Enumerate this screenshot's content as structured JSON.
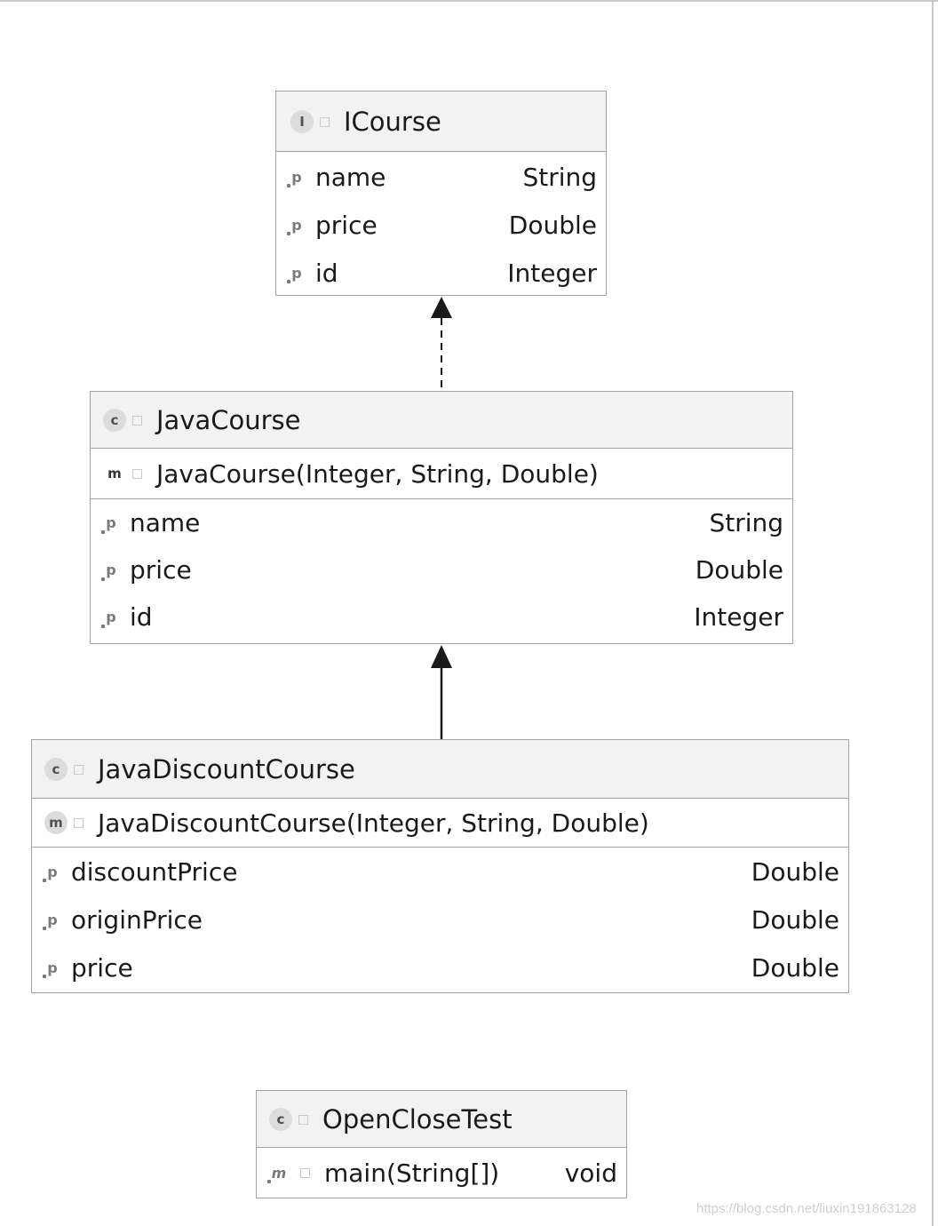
{
  "diagram": {
    "icourse": {
      "kind": "I",
      "name": "ICourse",
      "fields": [
        {
          "name": "name",
          "type": "String"
        },
        {
          "name": "price",
          "type": "Double"
        },
        {
          "name": "id",
          "type": "Integer"
        }
      ]
    },
    "javacourse": {
      "kind": "c",
      "name": "JavaCourse",
      "method_kind": "m",
      "constructor": "JavaCourse(Integer, String, Double)",
      "fields": [
        {
          "name": "name",
          "type": "String"
        },
        {
          "name": "price",
          "type": "Double"
        },
        {
          "name": "id",
          "type": "Integer"
        }
      ]
    },
    "javadiscountcourse": {
      "kind": "c",
      "name": "JavaDiscountCourse",
      "method_kind": "m",
      "constructor": "JavaDiscountCourse(Integer, String, Double)",
      "fields": [
        {
          "name": "discountPrice",
          "type": "Double"
        },
        {
          "name": "originPrice",
          "type": "Double"
        },
        {
          "name": "price",
          "type": "Double"
        }
      ]
    },
    "openclosetest": {
      "kind": "c",
      "name": "OpenCloseTest",
      "method_kind": "m",
      "method": "main(String[])",
      "method_return": "void"
    },
    "field_kind": "p"
  },
  "watermark": "https://blog.csdn.net/liuxin191863128",
  "colors": {
    "border": "#a3a3a3",
    "header_bg": "#f2f2f2",
    "arrow": "#1a1a1a"
  }
}
